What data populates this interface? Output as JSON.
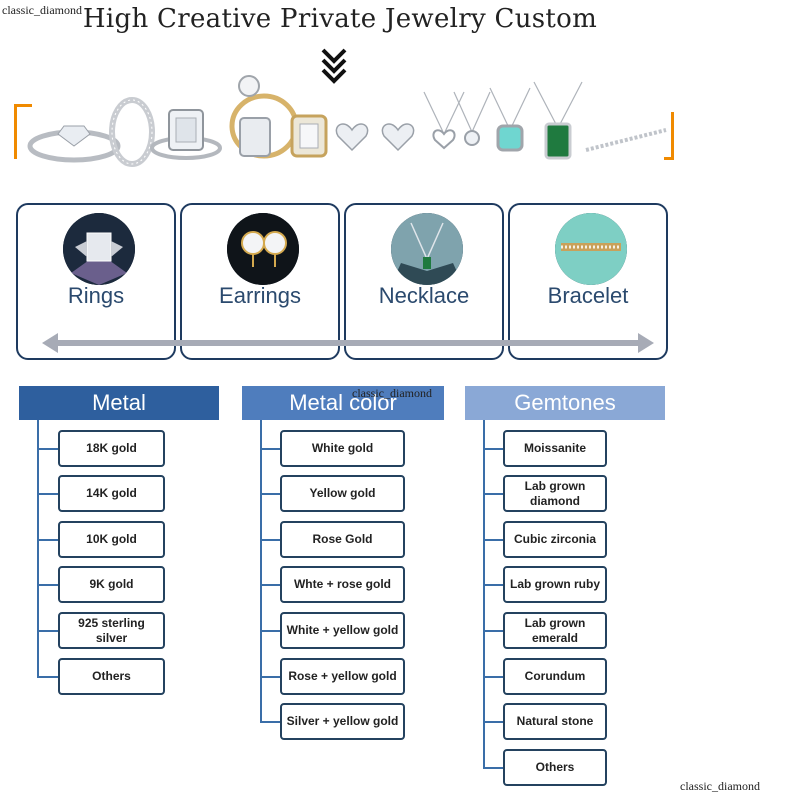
{
  "watermark": "classic_diamond",
  "title": "High Creative Private Jewelry Custom",
  "categories": [
    {
      "label": "Rings",
      "icon": "ring-photo-icon"
    },
    {
      "label": "Earrings",
      "icon": "earring-photo-icon"
    },
    {
      "label": "Necklace",
      "icon": "necklace-photo-icon"
    },
    {
      "label": "Bracelet",
      "icon": "bracelet-photo-icon"
    }
  ],
  "metal": {
    "header": "Metal",
    "options": [
      "18K gold",
      "14K gold",
      "10K gold",
      "9K gold",
      "925 sterling silver",
      "Others"
    ]
  },
  "metal_color": {
    "header": "Metal color",
    "options": [
      "White gold",
      "Yellow gold",
      "Rose Gold",
      "Whte + rose gold",
      "White + yellow gold",
      "Rose + yellow gold",
      "Silver + yellow gold"
    ]
  },
  "gemtones": {
    "header": "Gemtones",
    "options": [
      "Moissanite",
      "Lab grown diamond",
      "Cubic zirconia",
      "Lab grown ruby",
      "Lab grown emerald",
      "Corundum",
      "Natural stone",
      "Others"
    ]
  },
  "colors": {
    "card_border": "#1e3a5f",
    "metal_header": "#2e5f9e",
    "metal_color_header": "#4f7dbd",
    "gemtones_header": "#8aa8d6",
    "accent_orange": "#f08a00"
  }
}
